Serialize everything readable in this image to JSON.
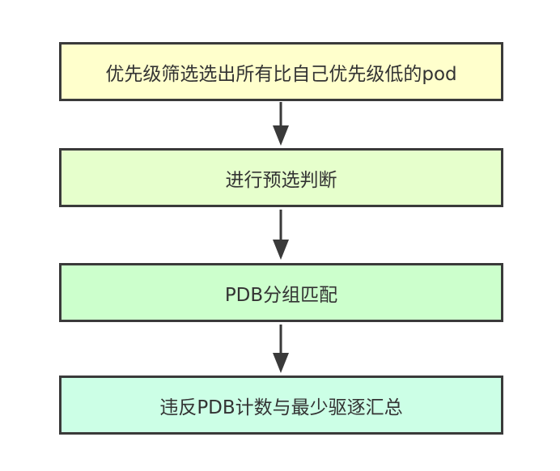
{
  "diagram": {
    "steps": [
      {
        "label": "优先级筛选选出所有比自己优先级低的pod",
        "fill": "#ffffcc"
      },
      {
        "label": "进行预选判断",
        "fill": "#e6ffcc"
      },
      {
        "label": "PDB分组匹配",
        "fill": "#ccffcc"
      },
      {
        "label": "违反PDB计数与最少驱逐汇总",
        "fill": "#ccffe6"
      }
    ],
    "connector_color": "#3a3a3a"
  }
}
